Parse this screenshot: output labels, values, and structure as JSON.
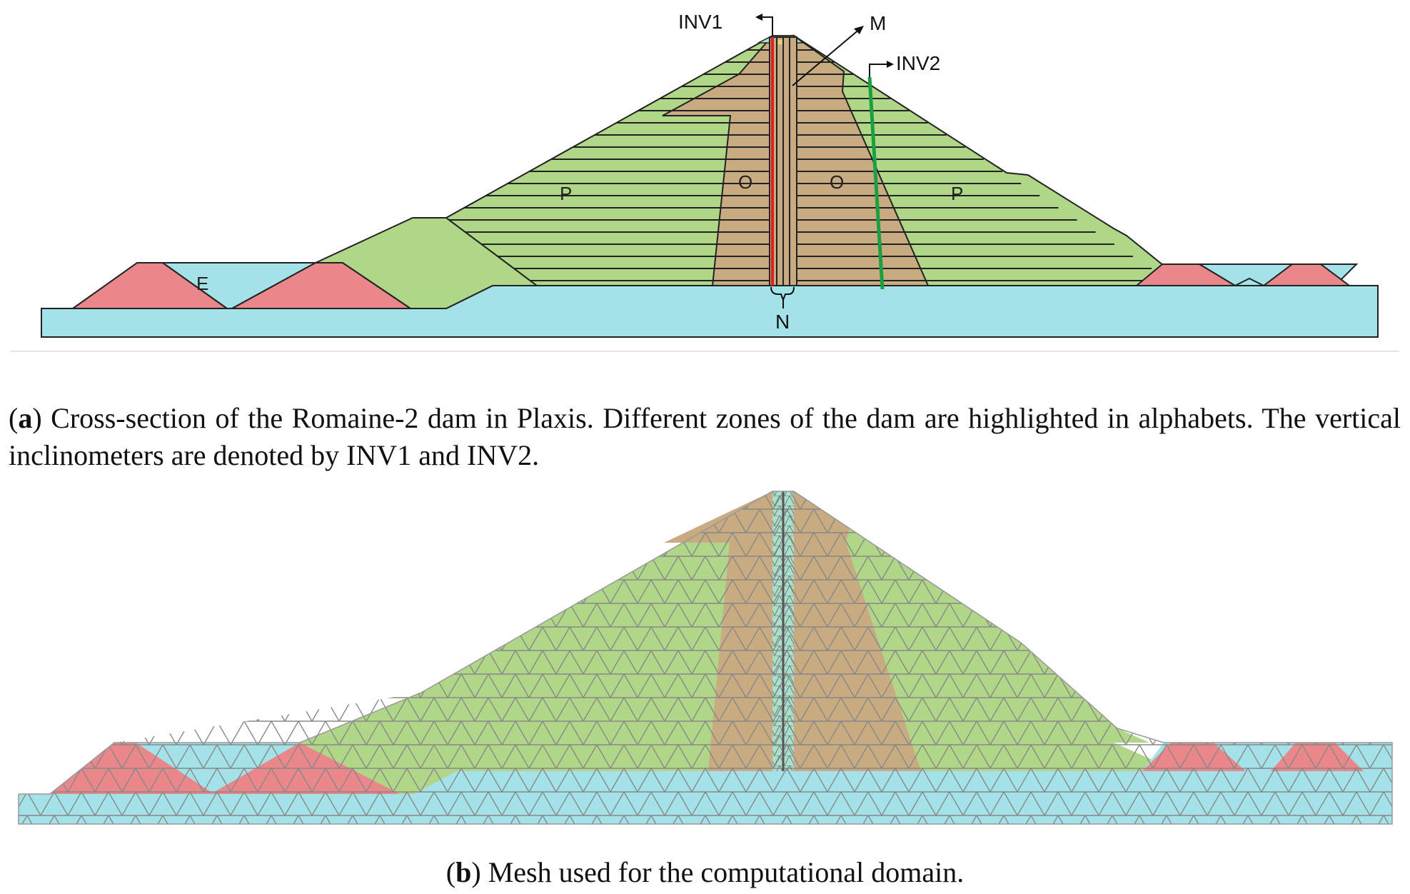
{
  "figure_a": {
    "labels": {
      "inv1": "INV1",
      "inv2": "INV2",
      "m": "M",
      "n": "N",
      "e": "E",
      "o_left": "O",
      "o_right": "O",
      "p_left": "P",
      "p_right": "P"
    },
    "colors": {
      "foundation": "#a3e2e8",
      "shell": "#b0d788",
      "core": "#c8ab80",
      "berm": "#e9878a",
      "inv1_line": "#e02020",
      "inv2_line": "#1aa040",
      "outline": "#222222"
    }
  },
  "caption_a": {
    "letter": "a",
    "text": "Cross-section of the Romaine-2 dam in Plaxis.  Different zones of the dam are highlighted in alphabets. The vertical inclinometers are denoted by INV1 and INV2."
  },
  "caption_b": {
    "letter": "b",
    "text": "Mesh used for the computational domain."
  }
}
